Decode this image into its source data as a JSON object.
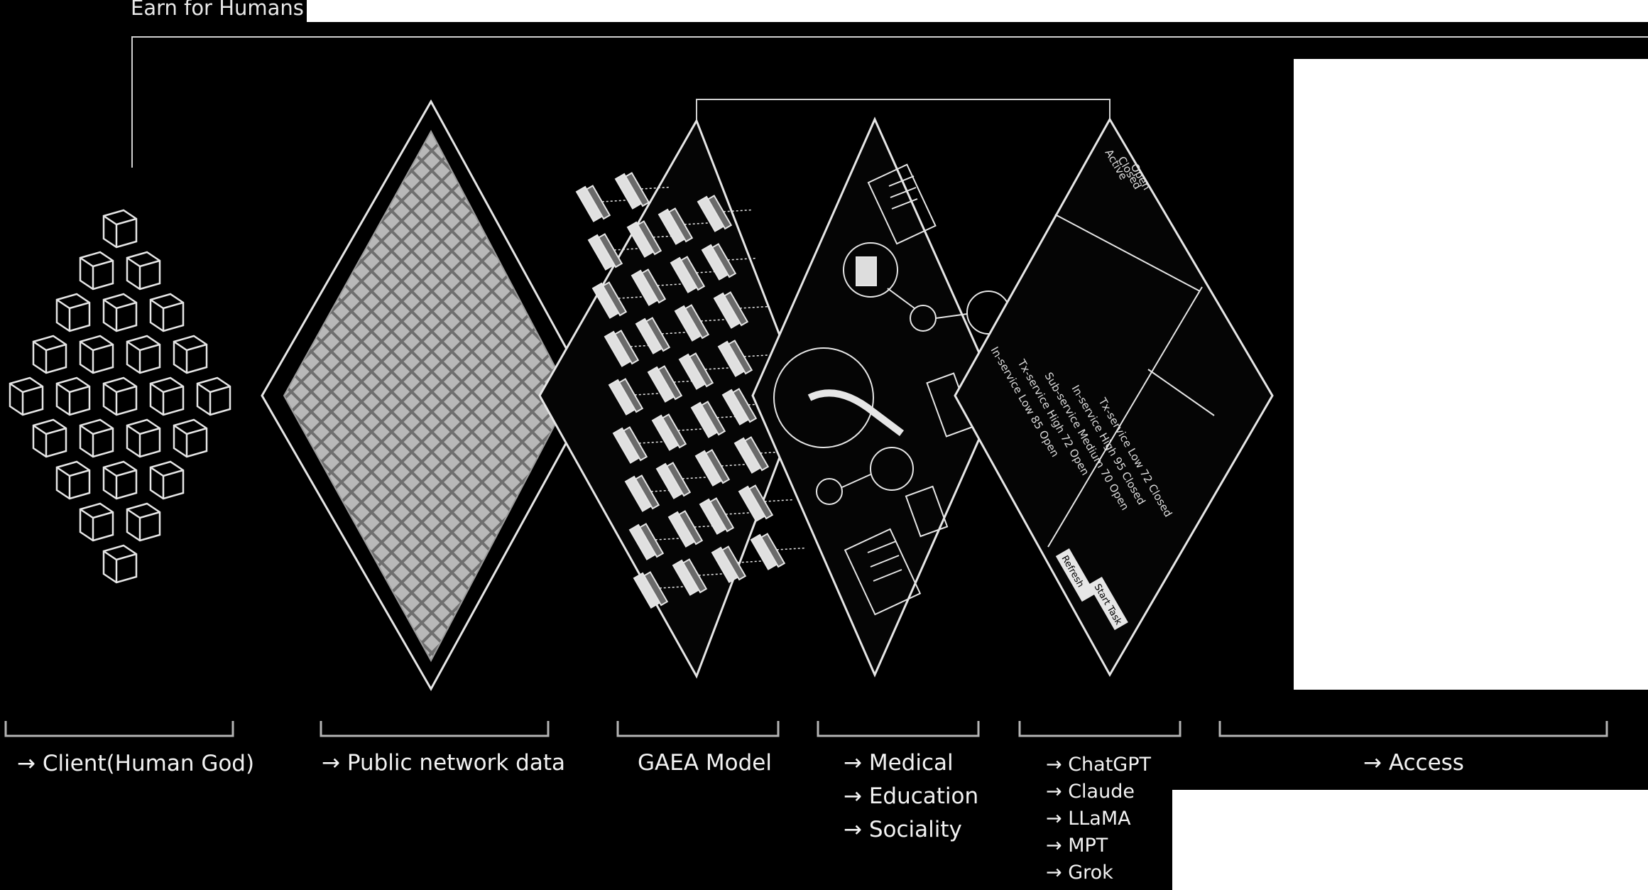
{
  "header": {
    "title": "Earn for Humans"
  },
  "columns": [
    {
      "id": "client",
      "lines": [
        "→ Client(Human God)"
      ]
    },
    {
      "id": "public",
      "lines": [
        "→ Public network data"
      ]
    },
    {
      "id": "gaea",
      "lines": [
        "GAEA Model"
      ]
    },
    {
      "id": "domains",
      "lines": [
        "→ Medical",
        "→ Education",
        "→ Sociality"
      ]
    },
    {
      "id": "models",
      "lines": [
        "→ ChatGPT",
        "→ Claude",
        "→ LLaMA",
        "→ MPT",
        "→ Grok"
      ]
    },
    {
      "id": "access",
      "lines": [
        "→ Access"
      ]
    }
  ],
  "panel_table": {
    "rows": [
      [
        "In-service",
        "Low",
        "85",
        "Open"
      ],
      [
        "Tx-service",
        "High",
        "72",
        "Open"
      ],
      [
        "Sub-service",
        "Medium",
        "70",
        "Open"
      ],
      [
        "In-service",
        "High",
        "95",
        "Closed"
      ],
      [
        "Tx-service",
        "Low",
        "72",
        "Closed"
      ]
    ],
    "buttons": [
      "Refresh",
      "Start Task"
    ],
    "filters": [
      "Active",
      "Closed",
      "Open"
    ]
  },
  "colors": {
    "background": "#000000",
    "line": "#e6e6e6",
    "mesh": "#8a8a8a",
    "panel": "#ffffff"
  }
}
